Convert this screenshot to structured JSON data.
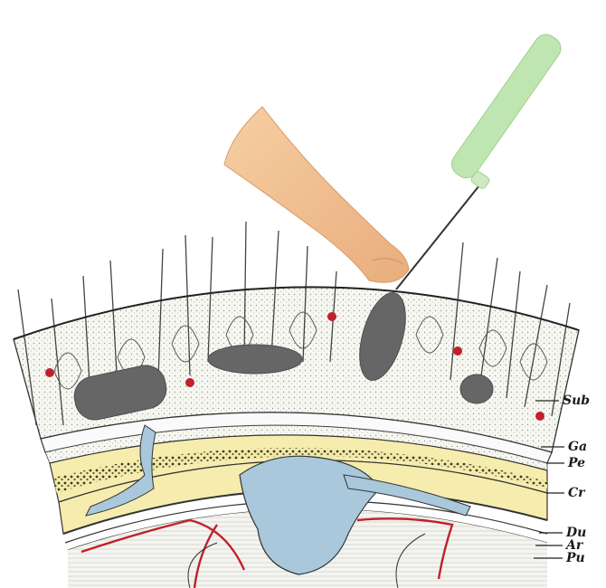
{
  "labels": {
    "sub": "Sub",
    "ga": "Ga",
    "pe": "Pe",
    "cr": "Cr",
    "du": "Du",
    "ar": "Ar",
    "pu": "Pu"
  },
  "colors": {
    "skin": "#f2c69a",
    "needle_handle": "#bfe6b0",
    "galea_band": "#f5ecae",
    "csf": "#a9c8dc",
    "vessel": "#c0202a",
    "lesion": "#666666"
  },
  "icons": {
    "finger": "finger-icon",
    "needle": "needle-icon"
  }
}
